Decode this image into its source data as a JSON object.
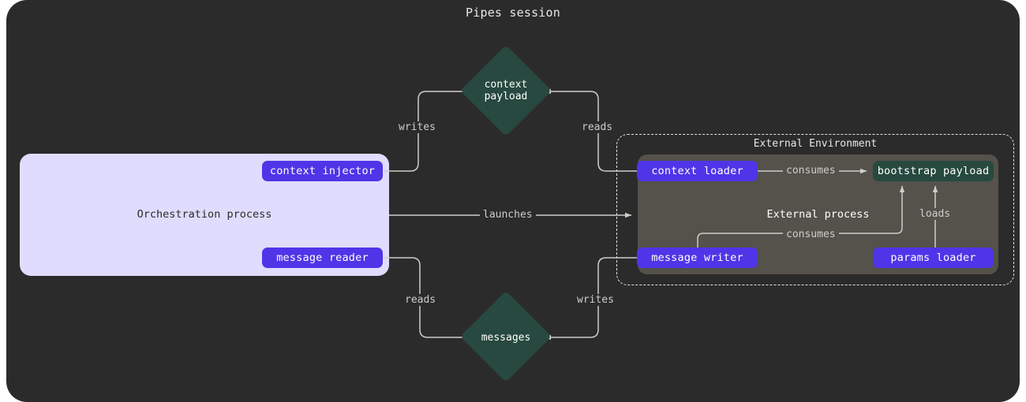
{
  "title": "Pipes session",
  "colors": {
    "canvas_bg": "#2c2b2b",
    "orchestration_bg": "#dfdcfd",
    "node_purple": "#4f35e8",
    "node_teal": "#27493f",
    "external_process_bg": "#55514b",
    "edge_stroke": "#cfcdca",
    "label_text": "#cfcdca"
  },
  "orchestration": {
    "label": "Orchestration process",
    "nodes": [
      {
        "id": "context-injector",
        "label": "context injector"
      },
      {
        "id": "message-reader",
        "label": "message reader"
      }
    ]
  },
  "external_environment": {
    "label": "External Environment",
    "process_label": "External process",
    "nodes": [
      {
        "id": "context-loader",
        "label": "context loader"
      },
      {
        "id": "message-writer",
        "label": "message writer"
      },
      {
        "id": "params-loader",
        "label": "params loader"
      },
      {
        "id": "bootstrap-payload",
        "label": "bootstrap payload"
      }
    ]
  },
  "datastores": [
    {
      "id": "context-payload",
      "line1": "context",
      "line2": "payload"
    },
    {
      "id": "messages",
      "line1": "messages",
      "line2": ""
    }
  ],
  "edges": [
    {
      "id": "writes-context-payload",
      "label": "writes",
      "from": "context injector",
      "to": "context payload"
    },
    {
      "id": "reads-context-payload",
      "label": "reads",
      "from": "context loader",
      "to": "context payload"
    },
    {
      "id": "launches",
      "label": "launches",
      "from": "Orchestration process",
      "to": "External process"
    },
    {
      "id": "reads-messages",
      "label": "reads",
      "from": "message reader",
      "to": "messages"
    },
    {
      "id": "writes-messages",
      "label": "writes",
      "from": "message writer",
      "to": "messages"
    },
    {
      "id": "consumes-context-loader",
      "label": "consumes",
      "from": "context loader",
      "to": "bootstrap payload"
    },
    {
      "id": "consumes-message-writer",
      "label": "consumes",
      "from": "message writer",
      "to": "bootstrap payload"
    },
    {
      "id": "loads-params",
      "label": "loads",
      "from": "params loader",
      "to": "bootstrap payload"
    }
  ]
}
